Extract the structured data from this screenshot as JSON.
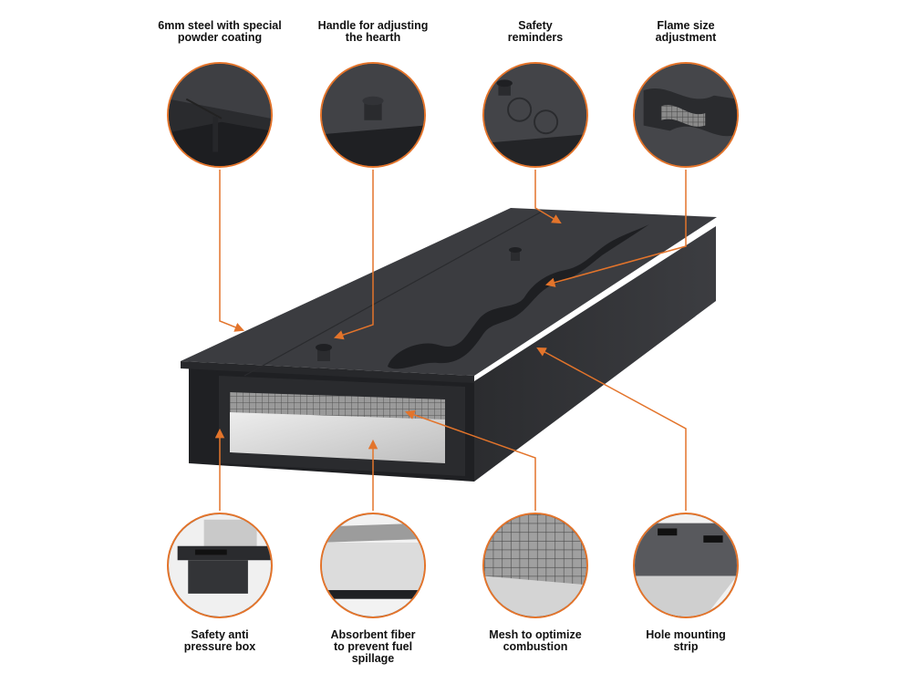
{
  "colors": {
    "accent": "#e3742b",
    "steel": "#3a3b3e",
    "steel_dark": "#232427",
    "fiber": "#d8d8d8"
  },
  "callouts_top": [
    {
      "id": "steel",
      "line1": "6mm steel with special",
      "line2": "powder coating",
      "icon": "steel-corner-detail-icon"
    },
    {
      "id": "handle",
      "line1": "Handle for adjusting",
      "line2": "the hearth",
      "icon": "handle-knob-detail-icon"
    },
    {
      "id": "safety",
      "line1": "Safety",
      "line2": "reminders",
      "icon": "safety-reminder-detail-icon"
    },
    {
      "id": "flame",
      "line1": "Flame size",
      "line2": "adjustment",
      "icon": "flame-slot-detail-icon"
    }
  ],
  "callouts_bottom": [
    {
      "id": "box",
      "line1": "Safety anti",
      "line2": "pressure box",
      "line3": "",
      "icon": "pressure-box-detail-icon"
    },
    {
      "id": "fiber",
      "line1": "Absorbent fiber",
      "line2": "to prevent fuel",
      "line3": "spillage",
      "icon": "fiber-detail-icon"
    },
    {
      "id": "mesh",
      "line1": "Mesh to optimize",
      "line2": "combustion",
      "line3": "",
      "icon": "mesh-detail-icon"
    },
    {
      "id": "strip",
      "line1": "Hole mounting",
      "line2": "strip",
      "line3": "",
      "icon": "mounting-strip-detail-icon"
    }
  ]
}
